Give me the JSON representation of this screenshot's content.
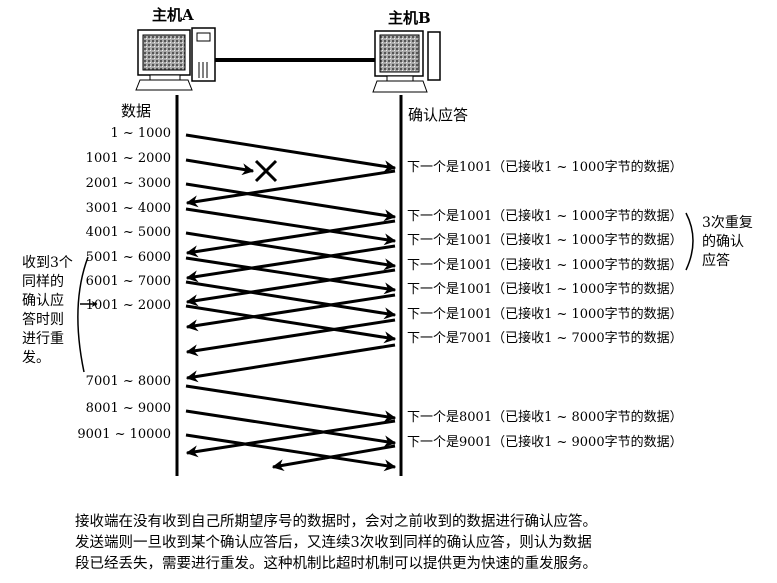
{
  "hosts": {
    "a": "主机A",
    "b": "主机B"
  },
  "columns": {
    "sender": "数据",
    "receiver": "确认应答"
  },
  "segments": [
    "1 ~ 1000",
    "1001 ~ 2000",
    "2001 ~ 3000",
    "3001 ~ 4000",
    "4001 ~ 5000",
    "5001 ~ 6000",
    "6001 ~ 7000",
    "1001 ~ 2000",
    "7001 ~ 8000",
    "8001 ~ 9000",
    "9001 ~ 10000"
  ],
  "acks": [
    "下一个是1001（已接收1 ~ 1000字节的数据）",
    "下一个是1001（已接收1 ~ 1000字节的数据）",
    "下一个是1001（已接收1 ~ 1000字节的数据）",
    "下一个是1001（已接收1 ~ 1000字节的数据）",
    "下一个是1001（已接收1 ~ 1000字节的数据）",
    "下一个是1001（已接收1 ~ 1000字节的数据）",
    "下一个是7001（已接收1 ~ 7000字节的数据）",
    "下一个是8001（已接收1 ~ 8000字节的数据）",
    "下一个是9001（已接收1 ~ 9000字节的数据）"
  ],
  "annotations": {
    "dup_ack": [
      "3次重复",
      "的确认",
      "应答"
    ],
    "retransmit": [
      "收到3个",
      "同样的",
      "确认应",
      "答时则",
      "进行重",
      "发。"
    ]
  },
  "caption": [
    "接收端在没有收到自己所期望序号的数据时，会对之前收到的数据进行确认应答。",
    "发送端则一旦收到某个确认应答后，又连续3次收到同样的确认应答，则认为数据",
    "段已经丢失，需要进行重发。这种机制比超时机制可以提供更为快速的重发服务。"
  ]
}
